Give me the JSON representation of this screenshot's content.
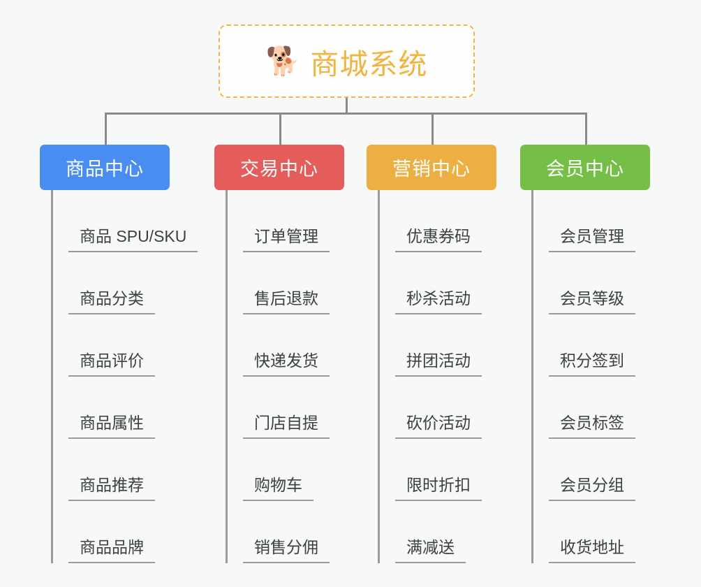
{
  "diagram": {
    "type": "org-chart",
    "background_color": "#f7f8f8",
    "connector_color": "#8a8a8a",
    "root": {
      "icon": "shiba-dog-emoji",
      "icon_glyph": "🐕",
      "title": "商城系统",
      "text_color": "#f1b43f",
      "border_color": "#f0b44a",
      "background_color": "#fefefe"
    },
    "categories": [
      {
        "label": "商品中心",
        "color": "#4a8df0",
        "items": [
          "商品 SPU/SKU",
          "商品分类",
          "商品评价",
          "商品属性",
          "商品推荐",
          "商品品牌"
        ]
      },
      {
        "label": "交易中心",
        "color": "#e55d5a",
        "items": [
          "订单管理",
          "售后退款",
          "快递发货",
          "门店自提",
          "购物车",
          "销售分佣"
        ]
      },
      {
        "label": "营销中心",
        "color": "#eeaf42",
        "items": [
          "优惠券码",
          "秒杀活动",
          "拼团活动",
          "砍价活动",
          "限时折扣",
          "满减送"
        ]
      },
      {
        "label": "会员中心",
        "color": "#76bf47",
        "items": [
          "会员管理",
          "会员等级",
          "积分签到",
          "会员标签",
          "会员分组",
          "收货地址"
        ]
      }
    ]
  }
}
